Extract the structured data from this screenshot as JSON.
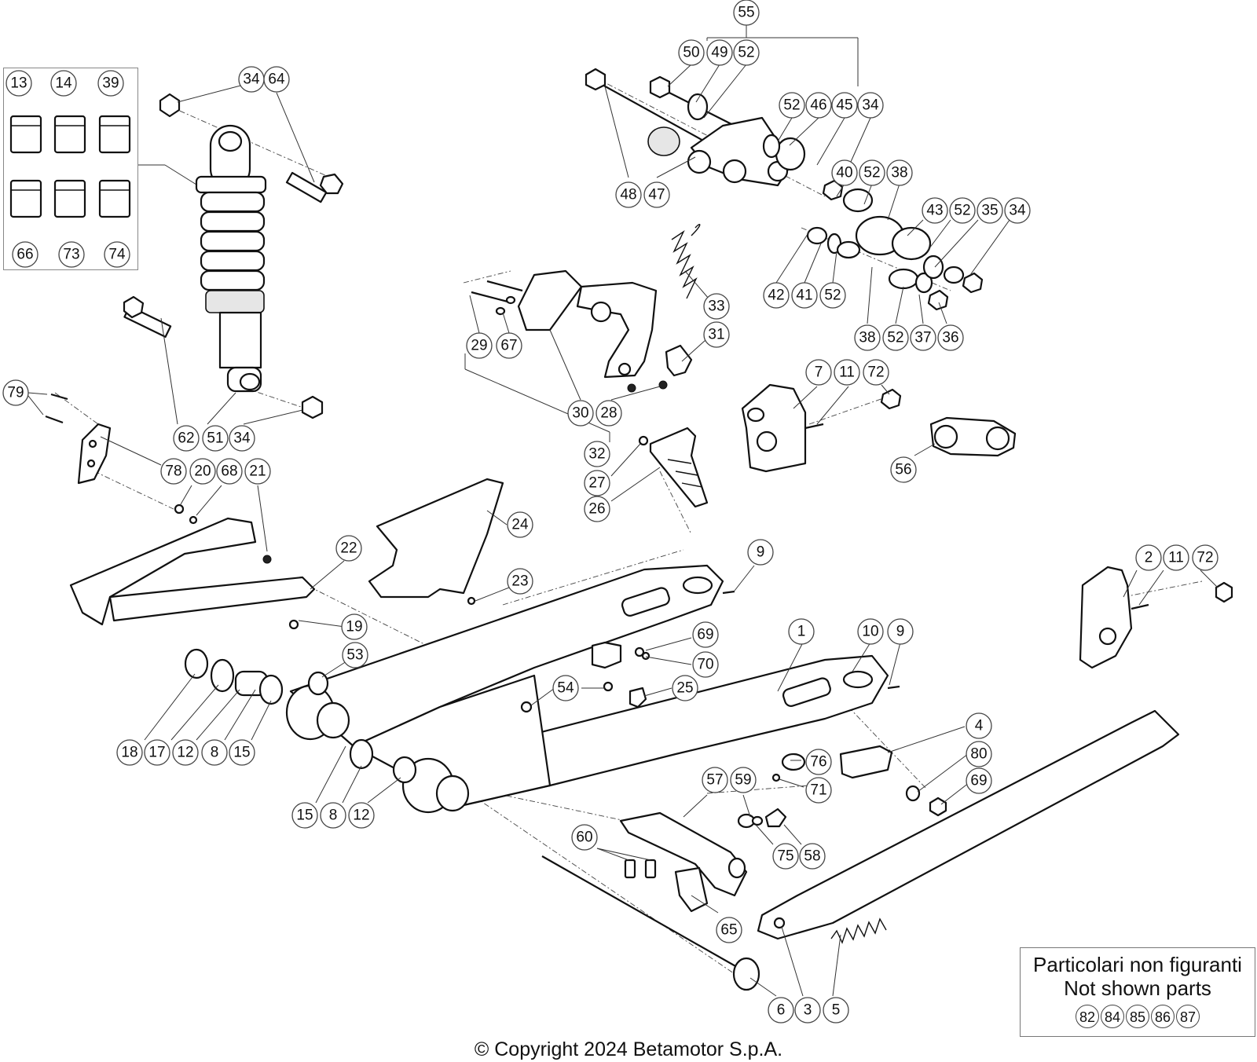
{
  "diagram": {
    "copyright": "© Copyright 2024 Betamotor S.p.A.",
    "not_shown": {
      "line1": "Particolari non figuranti",
      "line2": "Not shown parts",
      "codes": [
        "82",
        "84",
        "85",
        "86",
        "87"
      ]
    },
    "callouts": [
      "55",
      "50",
      "49",
      "52",
      "52",
      "46",
      "45",
      "34",
      "48",
      "47",
      "40",
      "52",
      "38",
      "43",
      "52",
      "35",
      "34",
      "42",
      "41",
      "52",
      "38",
      "52",
      "37",
      "36",
      "13",
      "14",
      "39",
      "66",
      "73",
      "74",
      "34",
      "64",
      "33",
      "31",
      "29",
      "67",
      "30",
      "28",
      "32",
      "7",
      "11",
      "72",
      "56",
      "27",
      "26",
      "62",
      "51",
      "34",
      "79",
      "78",
      "20",
      "68",
      "21",
      "24",
      "22",
      "23",
      "19",
      "9",
      "2",
      "11",
      "72",
      "53",
      "69",
      "70",
      "1",
      "10",
      "9",
      "54",
      "25",
      "18",
      "17",
      "12",
      "8",
      "15",
      "4",
      "76",
      "71",
      "80",
      "69",
      "15",
      "8",
      "12",
      "57",
      "59",
      "75",
      "58",
      "60",
      "65",
      "6",
      "3",
      "5"
    ]
  }
}
